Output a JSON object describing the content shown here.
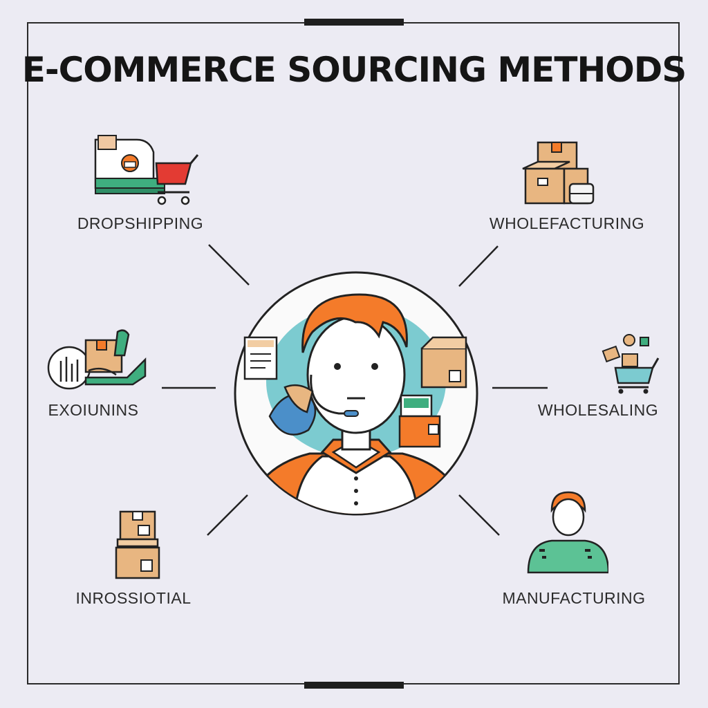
{
  "title": "E-COMMERCE SOURCING METHODS",
  "methods": [
    {
      "label": "DROPSHIPPING",
      "icon": "shopping-cart-icon"
    },
    {
      "label": "WHOLEFACTURING",
      "icon": "boxes-icon"
    },
    {
      "label": "EXOIUNINS",
      "icon": "handshake-icon"
    },
    {
      "label": "WHOLESALING",
      "icon": "cart-with-goods-icon"
    },
    {
      "label": "INROSSIOTIAL",
      "icon": "stacked-boxes-icon"
    },
    {
      "label": "MANUFACTURING",
      "icon": "worker-icon"
    }
  ],
  "center": {
    "icon": "customer-support-agent-icon"
  },
  "colors": {
    "background": "#ecebf3",
    "accent_orange": "#f47b2a",
    "accent_teal": "#7ccbd0",
    "accent_green": "#3fae7f",
    "box_tan": "#e8b681",
    "outline": "#222222"
  }
}
